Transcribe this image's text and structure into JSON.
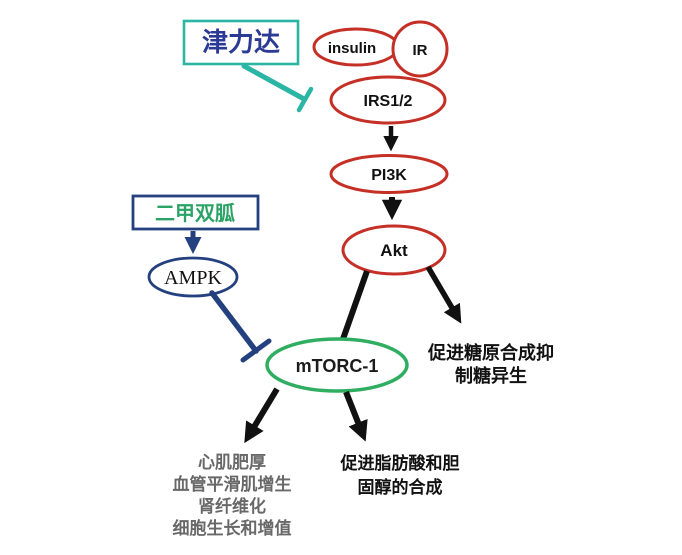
{
  "diagram": {
    "title": "insulin signaling pathway with drug interventions",
    "drugs": {
      "jinlida": {
        "label": "津力达",
        "action": "inhibits",
        "target": "IRS1/2"
      },
      "metformin": {
        "label": "二甲双胍",
        "action": "activates",
        "target": "AMPK"
      }
    },
    "nodes": {
      "insulin": {
        "label": "insulin"
      },
      "ir": {
        "label": "IR"
      },
      "irs": {
        "label": "IRS1/2"
      },
      "pi3k": {
        "label": "PI3K"
      },
      "akt": {
        "label": "Akt"
      },
      "ampk": {
        "label": "AMPK"
      },
      "mtorc1": {
        "label": "mTORC-1"
      }
    },
    "outcomes": {
      "glycogen": {
        "lines": [
          "促进糖原合成抑",
          "制糖异生"
        ]
      },
      "lipid": {
        "lines": [
          "促进脂肪酸和胆",
          "固醇的合成"
        ]
      },
      "pathology": {
        "lines": [
          "心肌肥厚",
          "血管平滑肌增生",
          "肾纤维化",
          "细胞生长和增值"
        ]
      }
    },
    "colors": {
      "red_outline": "#c53026",
      "teal": "#2ab5a5",
      "navy": "#24407e",
      "jinlida_text": "#2b3a94",
      "green_outline": "#2fae62",
      "metformin_text": "#2ba366",
      "pathology_text": "#686868",
      "black": "#111111"
    }
  }
}
